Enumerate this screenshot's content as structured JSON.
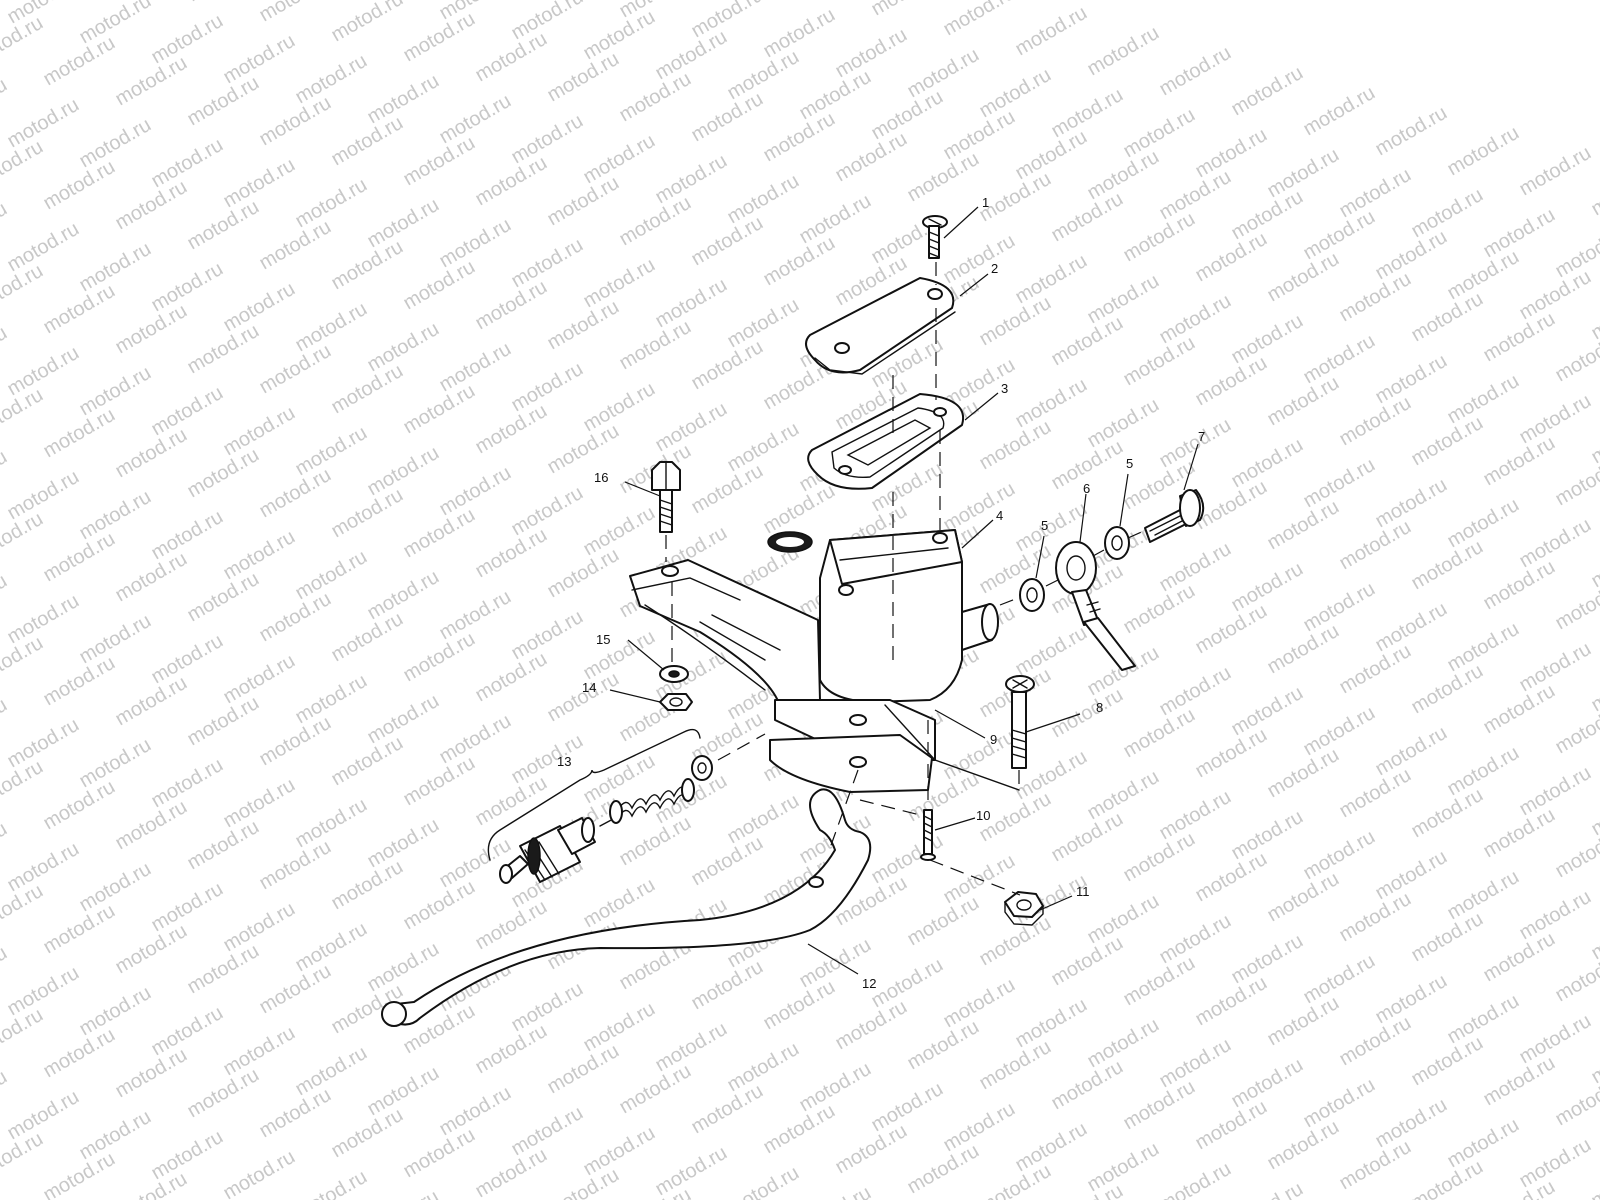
{
  "watermark": {
    "text": "motod.ru",
    "color": "#c8c8c8"
  },
  "callouts": {
    "c1": "1",
    "c2": "2",
    "c3": "3",
    "c4": "4",
    "c5a": "5",
    "c5b": "5",
    "c6": "6",
    "c7": "7",
    "c8": "8",
    "c9": "9",
    "c10": "10",
    "c11": "11",
    "c12": "12",
    "c13": "13",
    "c14": "14",
    "c15": "15",
    "c16": "16"
  }
}
